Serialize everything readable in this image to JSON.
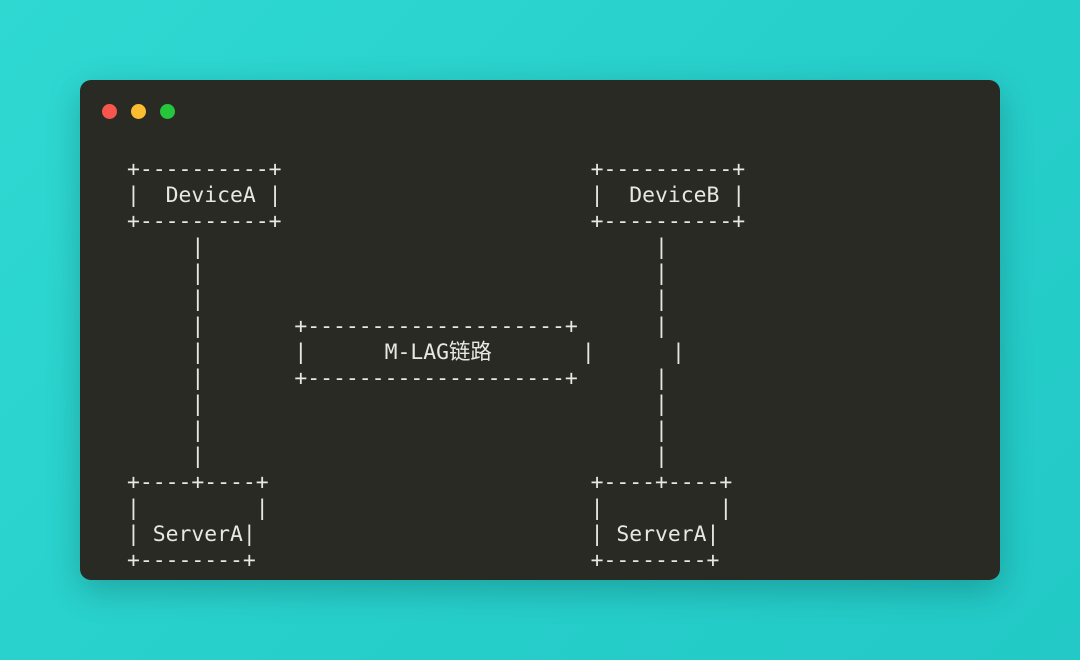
{
  "window": {
    "type": "terminal",
    "background_color": "#2a2a25",
    "desktop_background_color": "#2ad4d0",
    "text_color": "#e8e8e2",
    "controls": [
      {
        "name": "close",
        "label": "",
        "color": "#f8564d"
      },
      {
        "name": "minimize",
        "label": "",
        "color": "#f9bd2f"
      },
      {
        "name": "maximize",
        "label": "",
        "color": "#25c63b"
      }
    ]
  },
  "diagram": {
    "nodes": {
      "device_a": "DeviceA",
      "device_b": "DeviceB",
      "link_box": "M-LAG链路",
      "server_a_left": "ServerA",
      "server_a_right": "ServerA"
    },
    "lines": [
      "+----------+                        +----------+",
      "|  DeviceA |                        |  DeviceB |",
      "+----------+                        +----------+",
      "     |                                   |",
      "     |                                   |",
      "     |                                   |",
      "     |       +--------------------+      |",
      "     |       |      M-LAG链路       |      |",
      "     |       +--------------------+      |",
      "     |                                   |",
      "     |                                   |",
      "     |                                   |",
      "+----+----+                         +----+----+",
      "|         |                         |         |",
      "| ServerA|                          | ServerA|",
      "+--------+                          +--------+"
    ]
  }
}
